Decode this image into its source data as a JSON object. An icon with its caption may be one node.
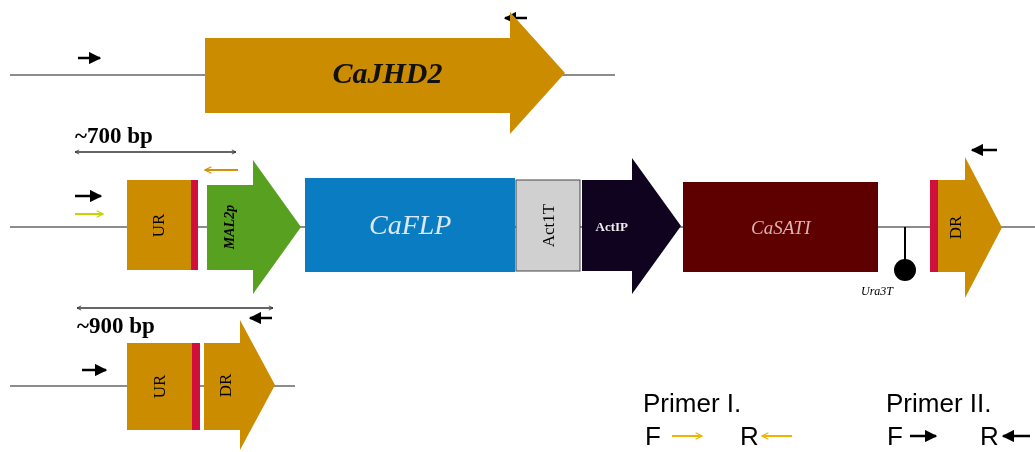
{
  "diagram": {
    "nodes": [
      {
        "text": [
          "CaJHD2"
        ]
      },
      {
        "text": [
          "UR"
        ]
      },
      {
        "text": [
          "MAL2p"
        ]
      },
      {
        "text": [
          "CaFLP"
        ]
      },
      {
        "text": [
          "Act1T"
        ]
      },
      {
        "text": [
          "ActIP"
        ]
      },
      {
        "text": [
          "CaSATI"
        ]
      },
      {
        "text": [
          "DR"
        ]
      },
      {
        "text": [
          "UR"
        ]
      },
      {
        "text": [
          "DR"
        ]
      }
    ],
    "labels": [
      "~700 bp",
      "Ura3T",
      "~900 bp",
      "Primer I.",
      "Primer II."
    ],
    "legend": [
      {
        "text": "F"
      },
      {
        "text": "R"
      },
      {
        "text": "F"
      },
      {
        "text": "R"
      }
    ]
  }
}
